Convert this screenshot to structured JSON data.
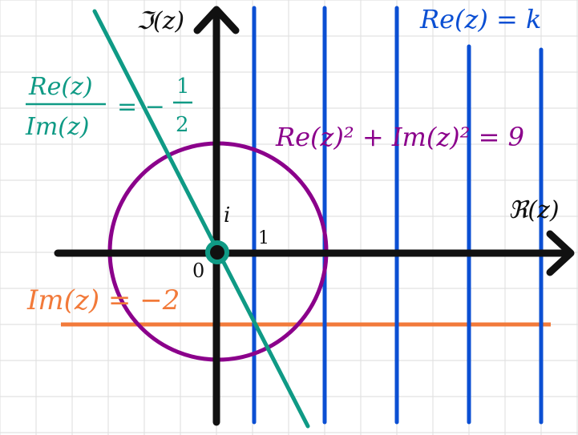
{
  "colors": {
    "grid": "#e2e2e2",
    "axis": "#111111",
    "circle": "#8b008b",
    "teal": "#0f9a85",
    "blue": "#0b4fd3",
    "orange": "#f27a3a"
  },
  "axes": {
    "imag_label": "ℑ(z)",
    "real_label": "ℜ(z)",
    "origin_label": "0",
    "unit_real_label": "1",
    "unit_imag_label": "i"
  },
  "annotations": {
    "vertical_family": "Re(z) = k",
    "circle_eq": "Re(z)² + Im(z)² = 9",
    "line_ratio_num": "Re(z)",
    "line_ratio_den": "Im(z)",
    "line_ratio_rhs_sign": "= −",
    "line_ratio_rhs_num": "1",
    "line_ratio_rhs_den": "2",
    "horizontal_eq": "Im(z) = −2"
  },
  "plot": {
    "circle_radius": 3,
    "vertical_lines_k": [
      1,
      3,
      5,
      7,
      9
    ],
    "horizontal_line_im": -2,
    "line_slope_ratio": -0.5
  }
}
